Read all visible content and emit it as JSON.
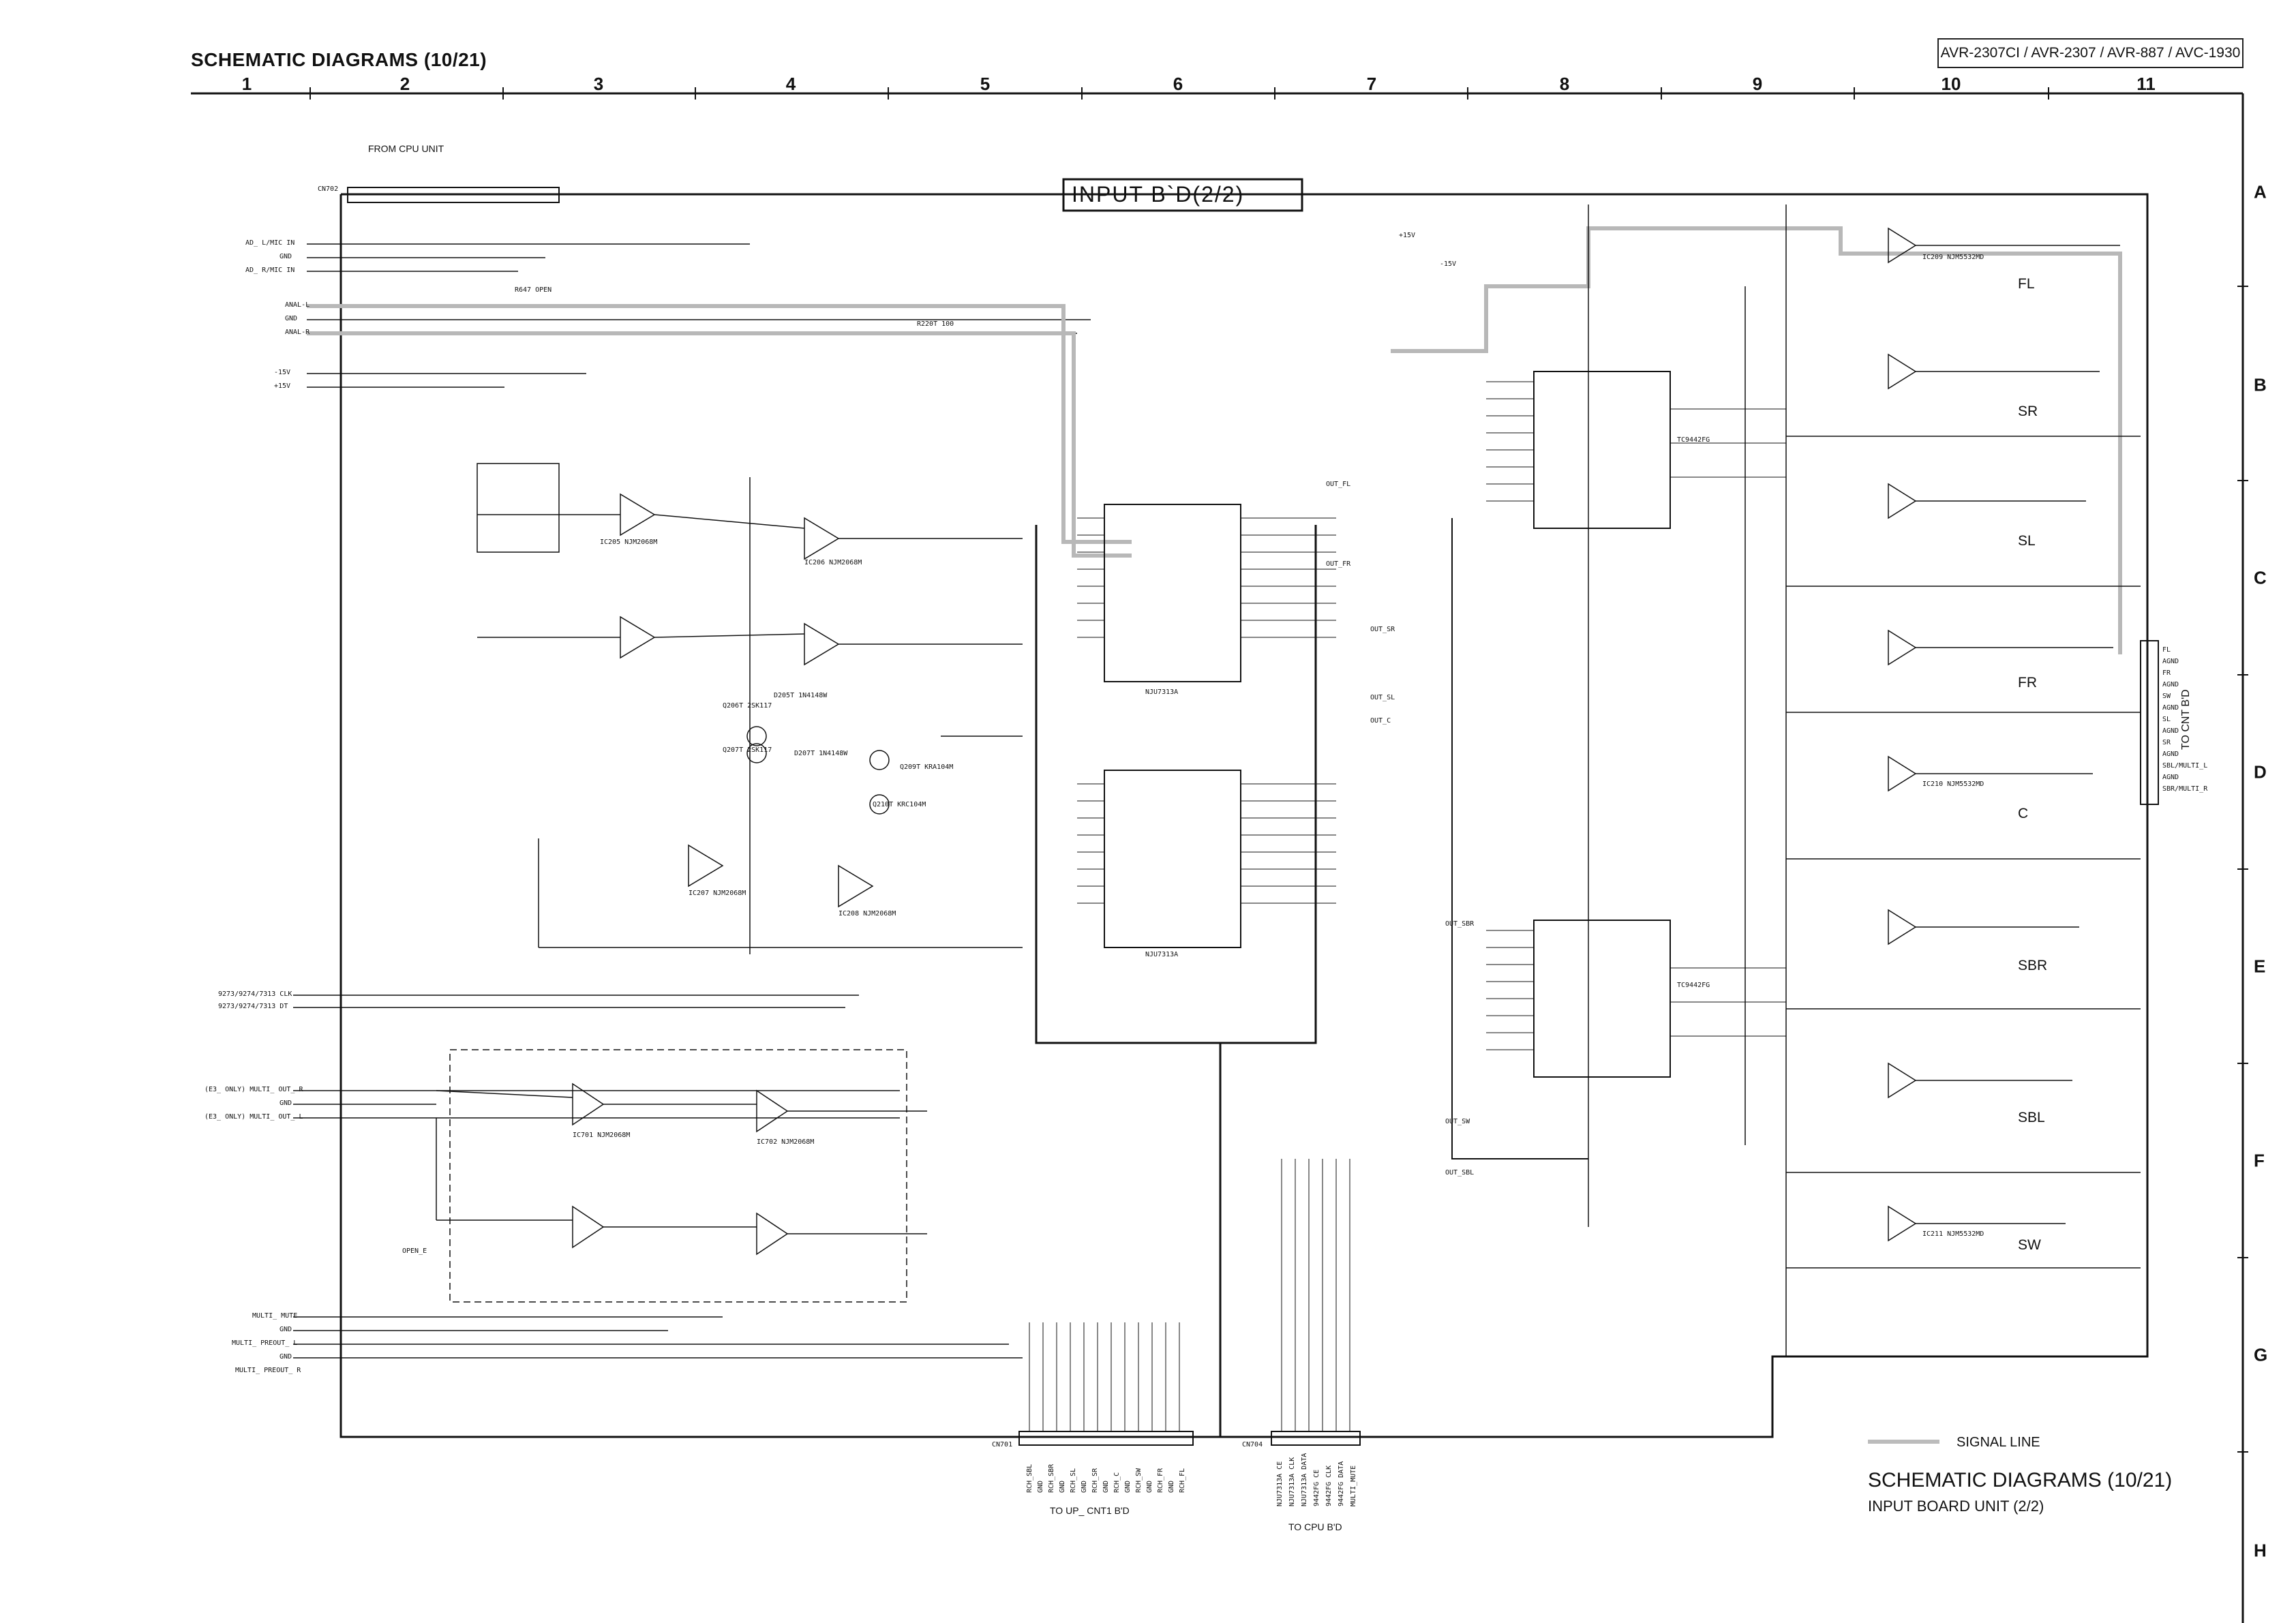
{
  "header": {
    "title": "SCHEMATIC DIAGRAMS (10/21)",
    "models": "AVR-2307CI / AVR-2307 / AVR-887 / AVC-1930"
  },
  "grid": {
    "columns": [
      "1",
      "2",
      "3",
      "4",
      "5",
      "6",
      "7",
      "8",
      "9",
      "10",
      "11"
    ],
    "rows": [
      "A",
      "B",
      "C",
      "D",
      "E",
      "F",
      "G",
      "H"
    ]
  },
  "schematic": {
    "block_title": "INPUT B`D(2/2)",
    "from_cpu": "FROM CPU UNIT",
    "cn702": "CN702",
    "cn701": "CN701",
    "cn704": "CN704",
    "to_cnt": "TO CNT B'D",
    "to_up_cnt": "TO UP_ CNT1 B'D",
    "to_cpu": "TO CPU B'D",
    "plus15": "+15V",
    "minus15": "-15V",
    "left_ports": [
      "AD_ L/MIC IN",
      "GND",
      "AD_ R/MIC IN",
      "ANAL-L",
      "GND",
      "ANAL-R",
      "-15V",
      "+15V",
      "9273/9274/7313 CLK",
      "9273/9274/7313 DT",
      "(E3_ ONLY) MULTI_ OUT_ R",
      "GND",
      "(E3_ ONLY) MULTI_ OUT_ L",
      "MULTI_ MUTE",
      "GND",
      "MULTI_ PREOUT_ L",
      "GND",
      "MULTI_ PREOUT_ R"
    ],
    "right_ports": [
      "FL",
      "AGND",
      "FR",
      "AGND",
      "SW",
      "AGND",
      "SL",
      "AGND",
      "SR",
      "AGND",
      "SBL/MULTI_L",
      "AGND",
      "SBR/MULTI_R"
    ],
    "channels": [
      "FL",
      "SR",
      "SL",
      "FR",
      "C",
      "SBR",
      "SBL",
      "SW"
    ],
    "ic_labels": [
      "IC205 NJM2068M",
      "IC206 NJM2068M",
      "IC207 NJM2068M",
      "IC208 NJM2068M",
      "IC701 NJM2068M",
      "IC702 NJM2068M",
      "NJU7313A",
      "NJU7313A",
      "TC9442FG",
      "TC9442FG",
      "IC209 NJM5532MD",
      "IC210 NJM5532MD",
      "IC211 NJM5532MD"
    ],
    "signal_labels": [
      "OUT_FL",
      "OUT_FR",
      "OUT_SR",
      "OUT_SL",
      "OUT_C",
      "OUT_SBR",
      "OUT_SW",
      "OUT_SBL"
    ],
    "misc_parts": [
      "R647 OPEN",
      "R220T 100",
      "Q206T 2SK117",
      "Q207T 2SK117",
      "D205T 1N4148W",
      "D207T 1N4148W",
      "Q209T KRA104M",
      "Q210T KRC104M",
      "OPEN_E"
    ],
    "bottom_left_pins": [
      "RCH_SBL",
      "GND",
      "RCH_SBR",
      "GND",
      "RCH_SL",
      "GND",
      "RCH_SR",
      "GND",
      "RCH_C",
      "GND",
      "RCH_SW",
      "GND",
      "RCH_FR",
      "GND",
      "RCH_FL"
    ],
    "bottom_right_pins": [
      "NJU7313A CE",
      "NJU7313A CLK",
      "NJU7313A DATA",
      "9442FG CE",
      "9442FG CLK",
      "9442FG DATA",
      "MULTI_MUTE"
    ]
  },
  "legend": {
    "label": "SIGNAL LINE",
    "color": "#bcbcbc"
  },
  "footer": {
    "title": "SCHEMATIC DIAGRAMS (10/21)",
    "subtitle": "INPUT BOARD  UNIT  (2/2)"
  }
}
